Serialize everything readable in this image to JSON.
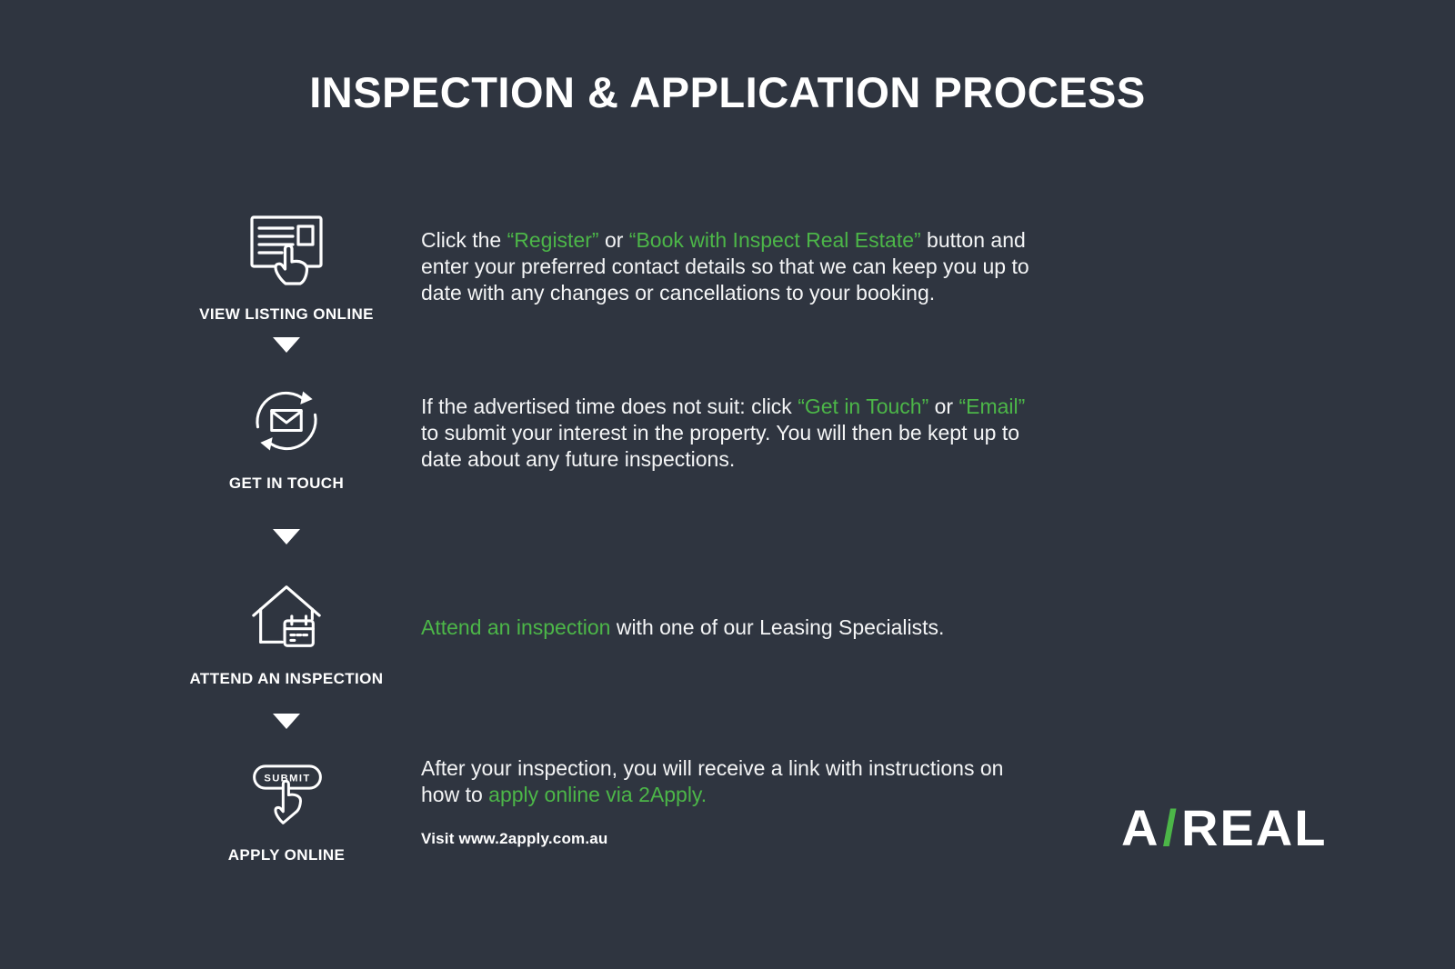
{
  "title": "INSPECTION & APPLICATION PROCESS",
  "theme": {
    "background": "#2F3540",
    "accent_green": "#4CB648",
    "text_color": "#FFFFFF"
  },
  "steps": [
    {
      "label": "VIEW LISTING ONLINE",
      "icon": "listing-browser-icon",
      "lines": [
        [
          {
            "t": "Click the "
          },
          {
            "t": "“Register”",
            "g": true
          },
          {
            "t": " or "
          },
          {
            "t": "“Book with Inspect Real Estate”",
            "g": true
          },
          {
            "t": " button and"
          }
        ],
        [
          {
            "t": "enter your preferred contact details so that we can keep you up to"
          }
        ],
        [
          {
            "t": "date with any changes or cancellations to your booking."
          }
        ]
      ]
    },
    {
      "label": "GET IN TOUCH",
      "icon": "email-refresh-icon",
      "lines": [
        [
          {
            "t": "If the advertised time does not suit: click "
          },
          {
            "t": "“Get in Touch”",
            "g": true
          },
          {
            "t": " or "
          },
          {
            "t": "“Email”",
            "g": true
          }
        ],
        [
          {
            "t": "to submit your interest in the property. You will then be kept up to"
          }
        ],
        [
          {
            "t": "date about any future inspections."
          }
        ]
      ]
    },
    {
      "label": "ATTEND AN INSPECTION",
      "icon": "house-calendar-icon",
      "lines": [
        [
          {
            "t": "Attend an inspection",
            "g": true
          },
          {
            "t": " with one of our Leasing Specialists."
          }
        ]
      ]
    },
    {
      "label": "APPLY ONLINE",
      "icon": "submit-button-icon",
      "icon_button_label": "SUBMIT",
      "note": "Visit www.2apply.com.au",
      "lines": [
        [
          {
            "t": "After your inspection, you will receive a link with instructions on"
          }
        ],
        [
          {
            "t": "how to "
          },
          {
            "t": "apply online via 2Apply.",
            "g": true
          }
        ]
      ]
    }
  ],
  "logo": {
    "left": "A",
    "slash": "/",
    "right": "REAL"
  }
}
